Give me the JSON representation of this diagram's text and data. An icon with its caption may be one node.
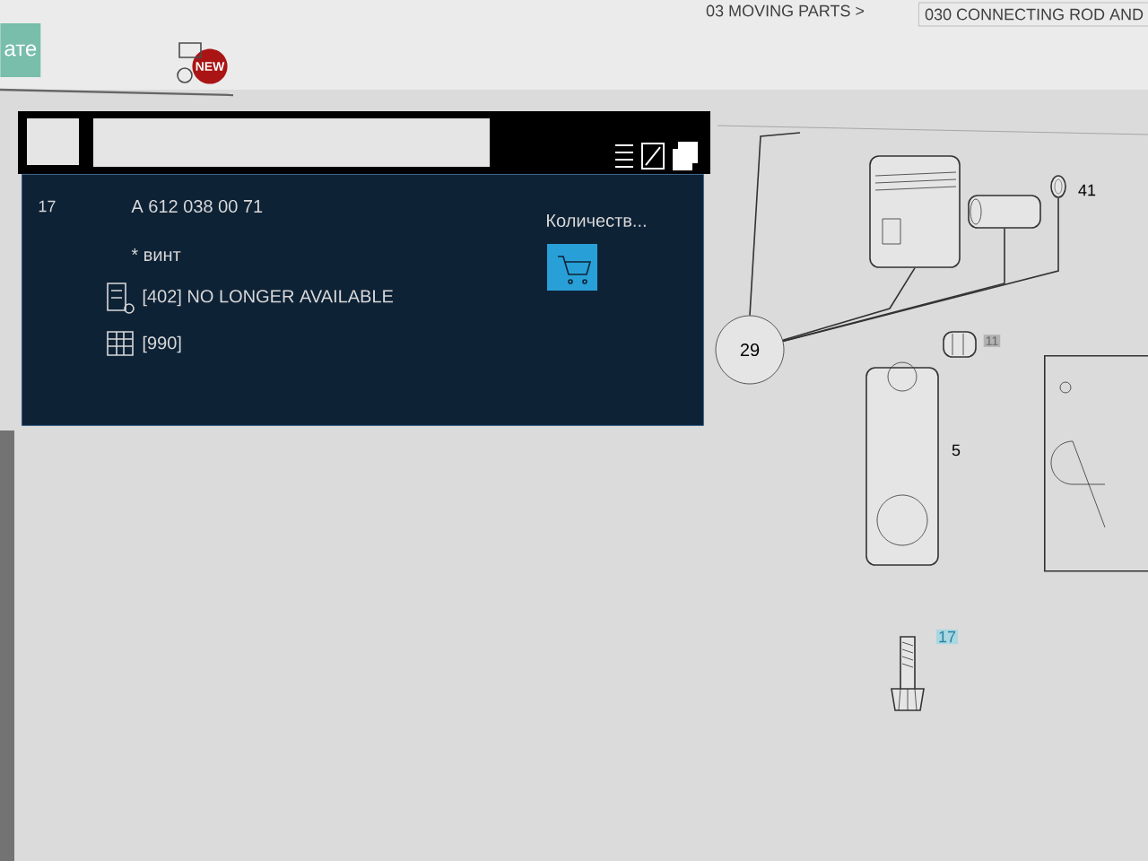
{
  "diagram": {
    "nodes": [
      {
        "text": [
          "17",
          "A 612 038 00 71",
          "* винт",
          "[402] NO LONGER AVAILABLE",
          "[990]",
          "Количеств..."
        ]
      },
      {
        "text": [
          "29"
        ]
      },
      {
        "text": [],
        "shape": "picture"
      },
      {
        "text": [],
        "shape": "picture"
      },
      {
        "text": [],
        "shape": "picture"
      },
      {
        "text": [],
        "shape": "picture"
      },
      {
        "text": [],
        "shape": "picture"
      },
      {
        "text": [],
        "shape": "picture"
      },
      {
        "text": [],
        "shape": "box"
      }
    ],
    "edges": [
      {
        "from": 1,
        "to": 2,
        "arrow": "none"
      },
      {
        "from": 1,
        "to": 3,
        "arrow": "none"
      },
      {
        "from": 1,
        "to": 4,
        "arrow": "none"
      },
      {
        "from": 1,
        "to": null,
        "arrow": "none"
      }
    ],
    "labels": [
      "ате",
      "NEW",
      "03 MOVING PARTS >",
      "030 CONNECTING ROD AND",
      "41",
      "11",
      "5",
      "17"
    ]
  }
}
